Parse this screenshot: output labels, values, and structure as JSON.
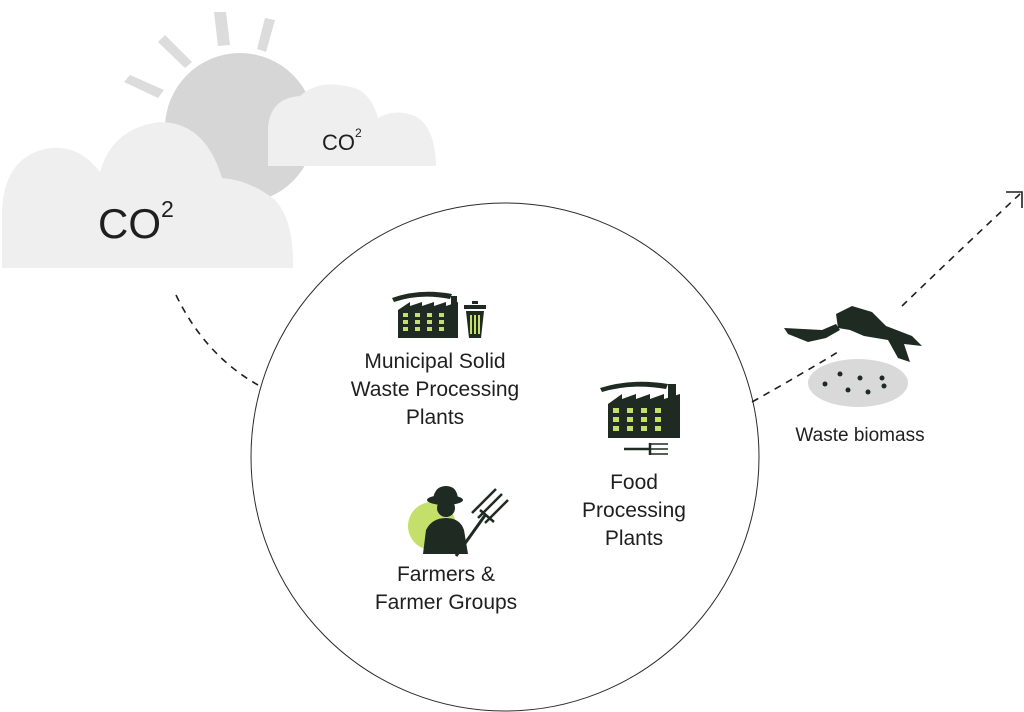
{
  "co2": {
    "big": {
      "base": "CO",
      "sup": "2"
    },
    "small": {
      "base": "CO",
      "sup": "2"
    }
  },
  "sources": {
    "municipal": {
      "line1": "Municipal Solid",
      "line2": "Waste Processing",
      "line3": "Plants"
    },
    "food": {
      "line1": "Food",
      "line2": "Processing",
      "line3": "Plants"
    },
    "farmers": {
      "line1": "Farmers &",
      "line2": "Farmer Groups"
    }
  },
  "output": {
    "label": "Waste biomass"
  },
  "colors": {
    "accent": "#c5e06a",
    "icon": "#1e2a22",
    "cloud": "#efefef",
    "sun": "#d6d6d6",
    "rays": "#dcdcdc"
  }
}
